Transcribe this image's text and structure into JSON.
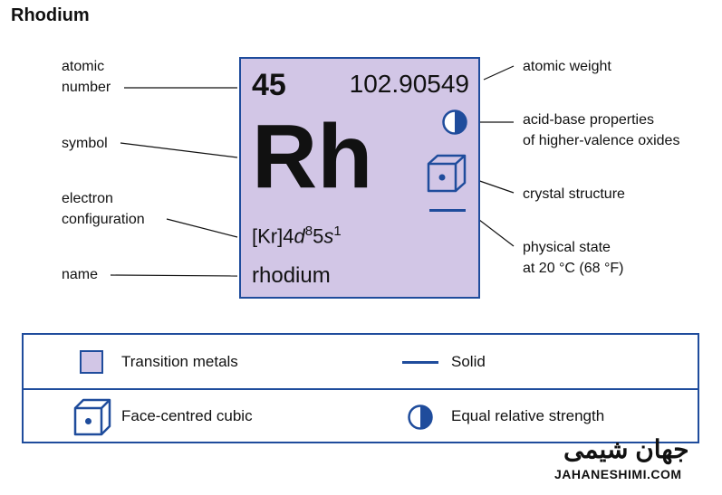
{
  "title": "Rhodium",
  "element": {
    "atomic_number": "45",
    "atomic_weight": "102.90549",
    "symbol": "Rh",
    "config_core": "[Kr]4",
    "config_d": "d",
    "config_d_exp": "8",
    "config_5": "5",
    "config_s": "s",
    "config_s_exp": "1",
    "name": "rhodium",
    "tile_color": "#d2c6e6"
  },
  "labels": {
    "atomic_number_l1": "atomic",
    "atomic_number_l2": "number",
    "symbol": "symbol",
    "electron_config_l1": "electron",
    "electron_config_l2": "configuration",
    "name": "name",
    "atomic_weight": "atomic weight",
    "acid_base_l1": "acid-base properties",
    "acid_base_l2": "of higher-valence oxides",
    "crystal_structure": "crystal structure",
    "physical_state_l1": "physical state",
    "physical_state_l2": "at 20 °C (68 °F)"
  },
  "legend": {
    "category": "Transition metals",
    "state": "Solid",
    "crystal": "Face-centred cubic",
    "acid_base": "Equal relative strength"
  },
  "watermark": {
    "persian": "جهان شیمی",
    "latin": "JAHANESHIMI.COM"
  },
  "colors": {
    "accent": "#1f4c9c",
    "tile": "#d2c6e6"
  },
  "icons": [
    "half-filled-circle-icon",
    "face-centred-cubic-icon",
    "solid-bar-icon"
  ]
}
